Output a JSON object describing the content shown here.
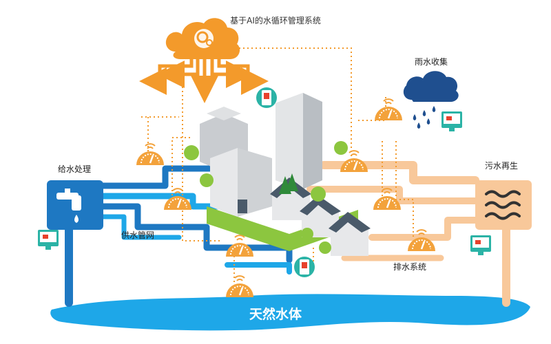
{
  "title": "基于AI的水循环管理系统",
  "labels": {
    "water_supply_treatment": "给水处理",
    "supply_network": "供水管网",
    "rainwater_collection": "雨水收集",
    "sewage_regeneration": "污水再生",
    "drainage_system": "排水系统",
    "natural_water": "天然水体"
  },
  "colors": {
    "supply_blue": "#1e78c2",
    "water_light_blue": "#1ea7e8",
    "cloud_orange": "#f39a2b",
    "sensor_orange": "#f3a23b",
    "recycle_beige": "#f8c89a",
    "rain_navy": "#1f4f8f",
    "building_gray": "#c9ccd0",
    "roof_slate": "#4a5a6a",
    "grass_green": "#8cc63f",
    "device_teal": "#2bb3a6"
  },
  "icons": [
    "ai-brain-cloud-icon",
    "faucet-icon",
    "wave-filter-icon",
    "rain-cloud-icon",
    "sensor-gauge-icon",
    "monitor-icon",
    "phone-icon"
  ]
}
